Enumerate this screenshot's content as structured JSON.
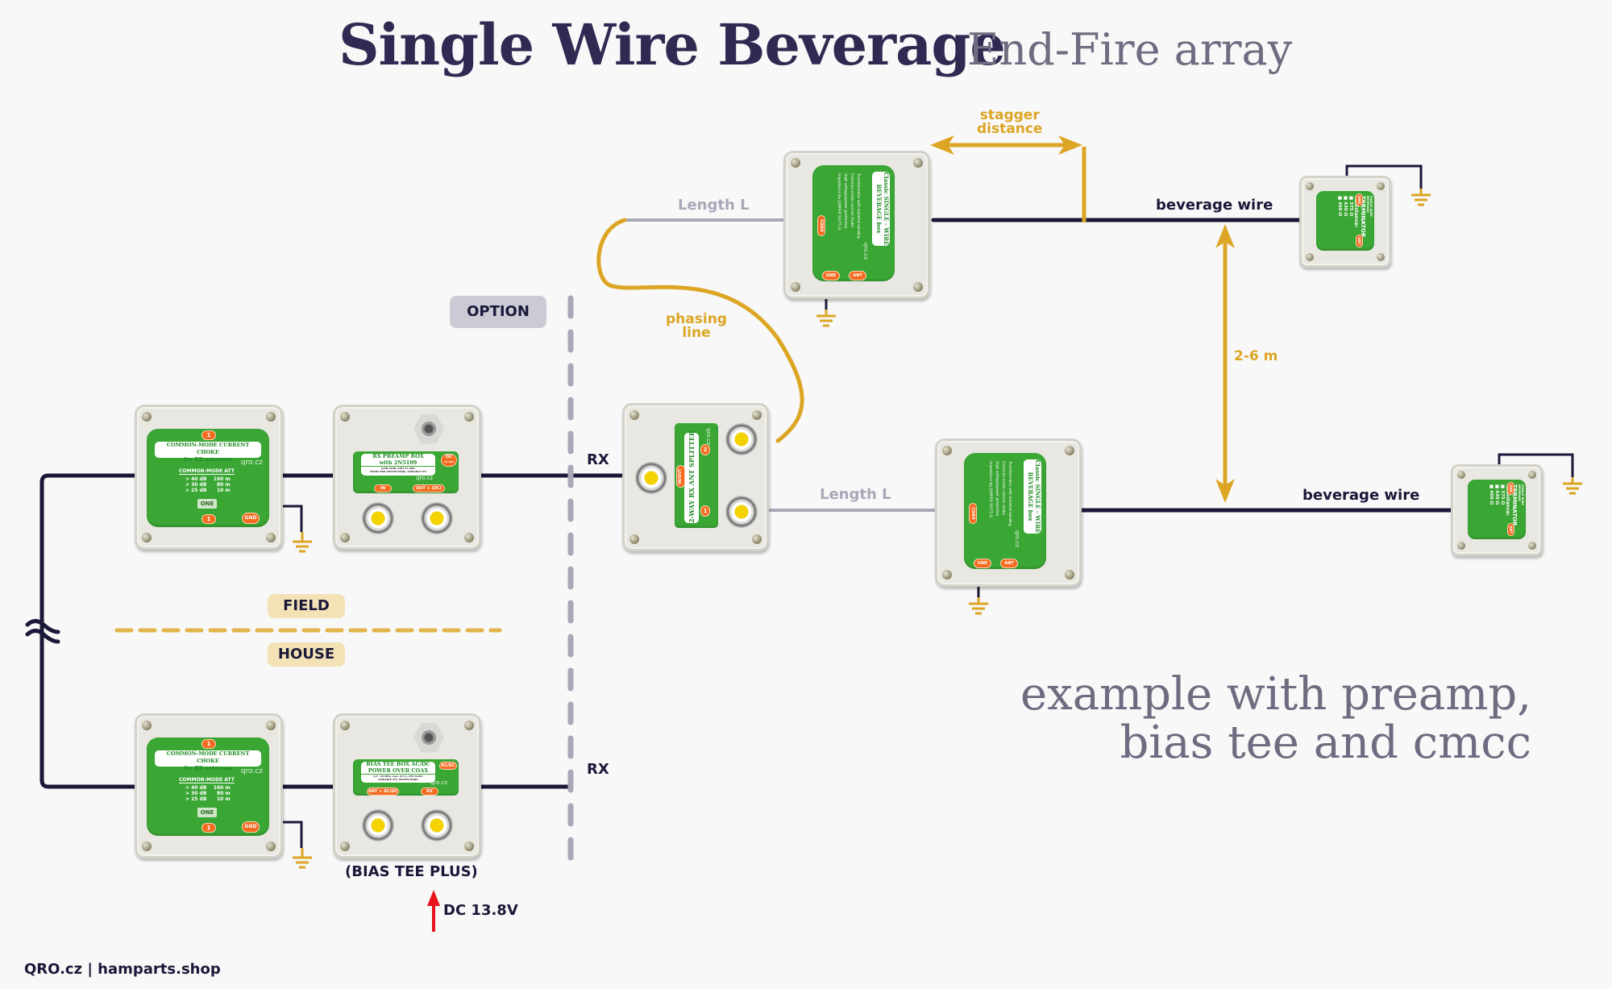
{
  "header": {
    "title": "Single Wire Beverage",
    "subtitle": "End-Fire array"
  },
  "labels": {
    "option": "OPTION",
    "field": "FIELD",
    "house": "HOUSE",
    "rx_top": "RX",
    "rx_bottom": "RX",
    "length_top": "Length L",
    "length_bottom": "Length L",
    "phasing_line": [
      "phasing",
      "line"
    ],
    "stagger_distance": [
      "stagger",
      "distance"
    ],
    "spacing": "2-6 m",
    "beverage_wire_top": "beverage wire",
    "beverage_wire_bottom": "beverage wire",
    "bias_tee_plus": "(BIAS TEE PLUS)",
    "dc_supply": "DC 13.8V",
    "example": [
      "example with preamp,",
      "bias tee and cmcc"
    ],
    "footer": "QRO.cz | hamparts.shop"
  },
  "colors": {
    "wire": "#1a1838",
    "coax_grey": "#a9a8b8",
    "gold": "#dca524",
    "panel_green": "#3aa634",
    "pill_orange": "#f36b1f",
    "dc_arrow": "#e8141b"
  },
  "devices": {
    "cmcc": {
      "title": [
        "COMMON-MODE CURRENT CHOKE",
        "for RX antennas"
      ],
      "brand": "qro.cz",
      "att_header": "COMMON-MODE ATT",
      "att_rows": [
        {
          "att": "> 40 dB",
          "band": "160 m"
        },
        {
          "att": "> 30 dB",
          "band": "80 m"
        },
        {
          "att": "> 25 dB",
          "band": "10 m"
        }
      ],
      "model": "ONE",
      "port_top": "1",
      "port_bottom": "1",
      "gnd": "GND"
    },
    "preamp": {
      "title": [
        "RX PREAMP BOX",
        "with 2N5109"
      ],
      "spec": [
        "GAIN 18dB, OIP3 37 dBm",
        "FRONT END PROTECTIONS, VARIABLE ATT"
      ],
      "brand": "qro.cz",
      "dc_badge": [
        "DC",
        "12-18V"
      ],
      "port_in": "IN",
      "port_out": "OUT + (DC)"
    },
    "bias_tee": {
      "title": [
        "BIAS TEE BOX AC/DC",
        "POWER OVER COAX"
      ],
      "spec": [
        "0,5 - 60 MHz, max. 0,5 A, 24V AC/DC",
        "VARIABLE ATT, PROTECTIONS"
      ],
      "brand": "qro.cz",
      "acdc_badge": "AC/DC",
      "port_ant": "ANT + AC/DC",
      "port_rx": "RX"
    },
    "splitter": {
      "title": "2-WAY RX ANT SPLITTER",
      "brand": "qro.cz",
      "port_inout": "IN/OUT",
      "port_1": "1",
      "port_2": "2"
    },
    "beverage_box": {
      "title": [
        "Classic SINGLE - WIRE",
        "BEVERAGE box"
      ],
      "features": [
        "Transformator with isolated winding",
        "Common-mode current choke",
        "High voltage/power protection",
        "Impedance by JUMPER 50/75 Ω"
      ],
      "brand": "qro.cz",
      "port_coax": "COAX",
      "port_gnd": "GND",
      "port_ant": "ANT"
    },
    "terminator": {
      "heading": [
        "SINGLE WIRE",
        "BEVERAGE"
      ],
      "title": "TERMINATOR",
      "resistance_label": "Resistance:",
      "values": [
        "375 Ω",
        "430 Ω",
        "460 Ω"
      ],
      "port_gnd": "GND",
      "port_ant": "ANT"
    }
  }
}
